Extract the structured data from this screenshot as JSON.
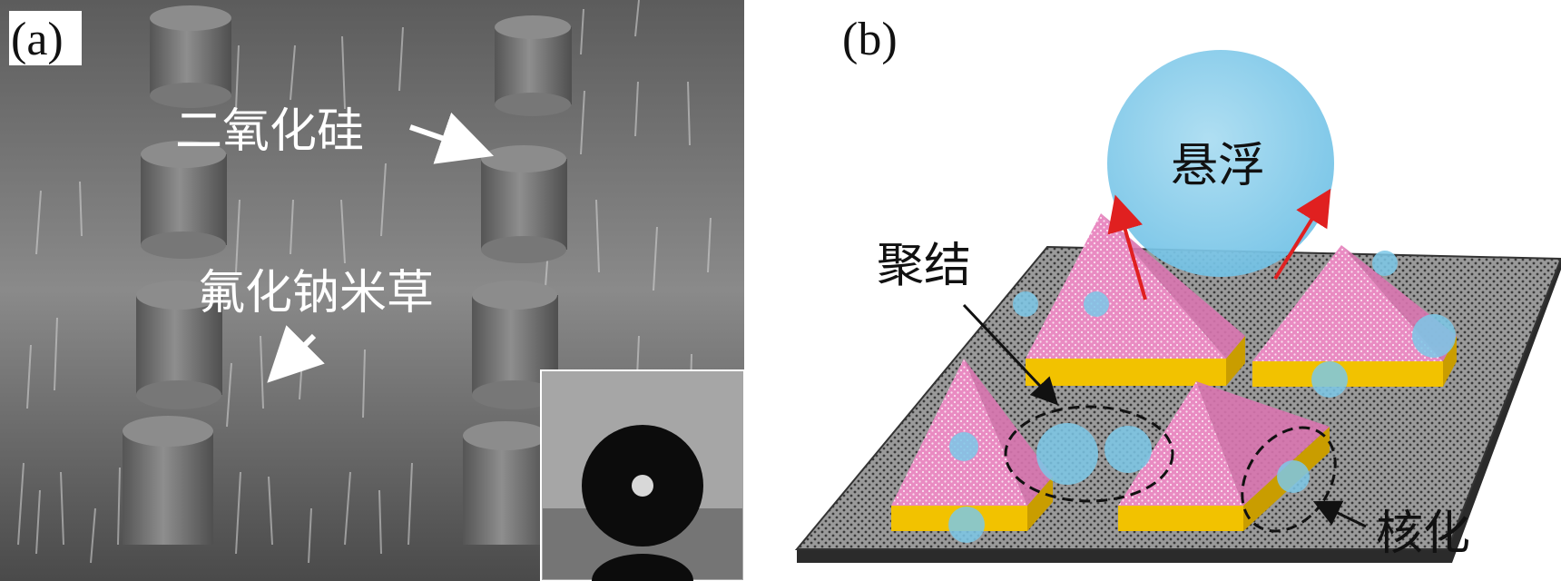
{
  "panels": [
    {
      "label": "(a)"
    },
    {
      "label": "(b)"
    }
  ],
  "panel_a": {
    "annotations": [
      "二氧化硅",
      "氟化钠米草"
    ]
  },
  "panel_b": {
    "annotations": [
      "悬浮",
      "聚结",
      "核化"
    ]
  },
  "colors": {
    "droplet": "#7cc8e8",
    "pyramid": "#e88cc0",
    "base": "#f2c200",
    "substrate": "#8a8a8a",
    "arrow_red": "#e02020"
  }
}
